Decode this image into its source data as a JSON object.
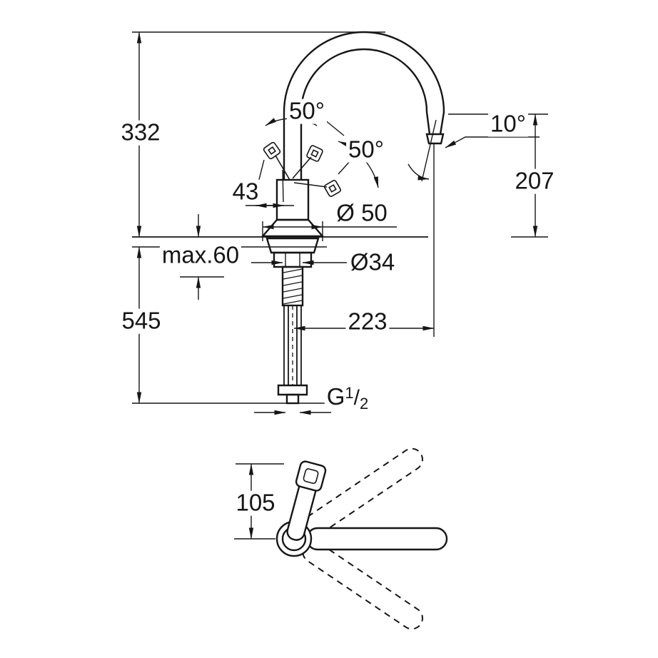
{
  "colors": {
    "ink": "#161616",
    "background": "#ffffff"
  },
  "drawing": {
    "labels": {
      "height_above_deck": "332",
      "swivel_angle_left": "50°",
      "swivel_angle_right": "50°",
      "outlet_angle": "10°",
      "outlet_height": "207",
      "handle_dim": "43",
      "base_diameter": "Ø 50",
      "max_deck_thickness": "max.60",
      "shank_diameter": "Ø34",
      "spout_reach": "223",
      "overall_height": "545",
      "handle_offset_top_view": "105",
      "thread": {
        "prefix": "G",
        "numerator": "1",
        "slash": "/",
        "denominator": "2"
      }
    }
  }
}
